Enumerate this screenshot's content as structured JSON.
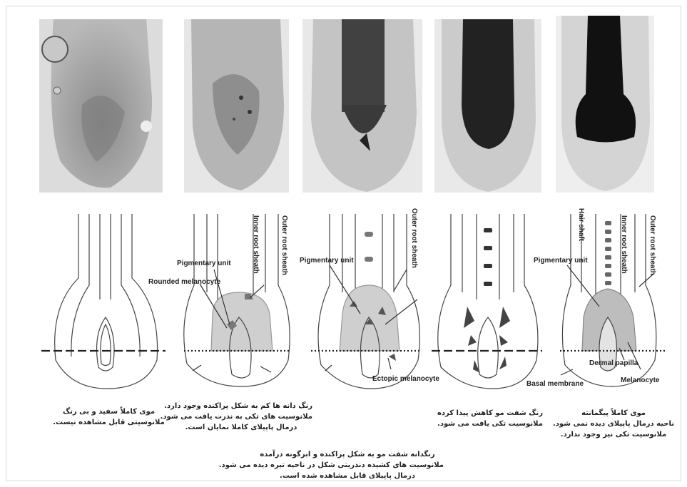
{
  "labels": {
    "pigmentary_unit_2": "Pigmentary unit",
    "rounded_melanocyte": "Rounded melanocyte",
    "inner_root_sheath_2": "Inner root sheath",
    "outer_root_sheath_2": "Outer root sheath",
    "pigmentary_unit_3": "Pigmentary unit",
    "outer_root_sheath_3": "Outer root sheath",
    "ectopic_melanocyte": "Ectopic melanocyte",
    "hair_shaft": "Hair shaft",
    "inner_root_sheath_5": "Inner root sheath",
    "outer_root_sheath_5": "Outer root sheath",
    "pigmentary_unit_5": "Pigmentary unit",
    "dermal_papilla": "Dermal papilla",
    "basal_membrane": "Basal membrane",
    "melanocyte": "Melanocyte"
  },
  "captions": {
    "c1": [
      "موی کاملاً سفید و بی رنگ",
      "ملانوسیتی قابل مشاهده نیست."
    ],
    "c2": [
      "رنگ دانه ها کم به شکل پراکنده وجود دارد.",
      "ملانوسیت های تکی به ندرت یافت می شود.",
      "درمال پاپیلای کاملا نمایان است."
    ],
    "c3": [
      "رنگدانه شفت مو به شکل پراکنده و ابرگونه درآمده",
      "ملانوسیت های کشیده دندریتی شکل در ناحیه تیره دیده می شود.",
      "درمال پاپیلای قابل مشاهده شده است."
    ],
    "c4": [
      "رنگ شفت مو کاهش پیدا کرده",
      "ملانوسیت تکی یافت می شود."
    ],
    "c5": [
      "موی کاملاً پیگمانته",
      "ناحیه درمال پاپیلای دیده نمی شود.",
      "ملانوسیت تکی نیز وجود ندارد."
    ]
  }
}
